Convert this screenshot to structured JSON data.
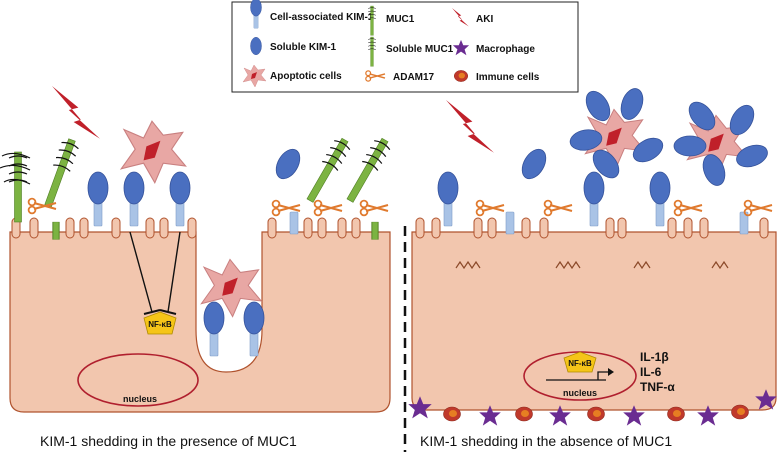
{
  "legend": {
    "cell_kim1": "Cell-associated KIM-1",
    "soluble_kim1": "Soluble KIM-1",
    "apoptotic": "Apoptotic cells",
    "muc1": "MUC1",
    "soluble_muc1": "Soluble MUC1",
    "adam17": "ADAM17",
    "aki": "AKI",
    "macrophage": "Macrophage",
    "immune": "Immune cells"
  },
  "left_panel": {
    "nfkb": "NF-κB",
    "nucleus": "nucleus",
    "caption": "KIM-1 shedding in the presence of MUC1"
  },
  "right_panel": {
    "nfkb": "NF-κB",
    "nucleus": "nucleus",
    "cytokines": [
      "IL-1β",
      "IL-6",
      "TNF-α"
    ],
    "caption": "KIM-1 shedding in the absence of MUC1"
  },
  "colors": {
    "cell_fill": "#f2c6ae",
    "cell_stroke": "#b0532e",
    "kim1_head": "#4a6fc0",
    "kim1_stalk": "#a9c3e6",
    "muc1": "#7cb342",
    "aki_bolt": "#c0202a",
    "scissors": "#e07a2e",
    "nfkb": "#f5c518",
    "macrophage": "#6a2c91",
    "immune": "#c0392b",
    "nucleus_stroke": "#b01f2e"
  }
}
